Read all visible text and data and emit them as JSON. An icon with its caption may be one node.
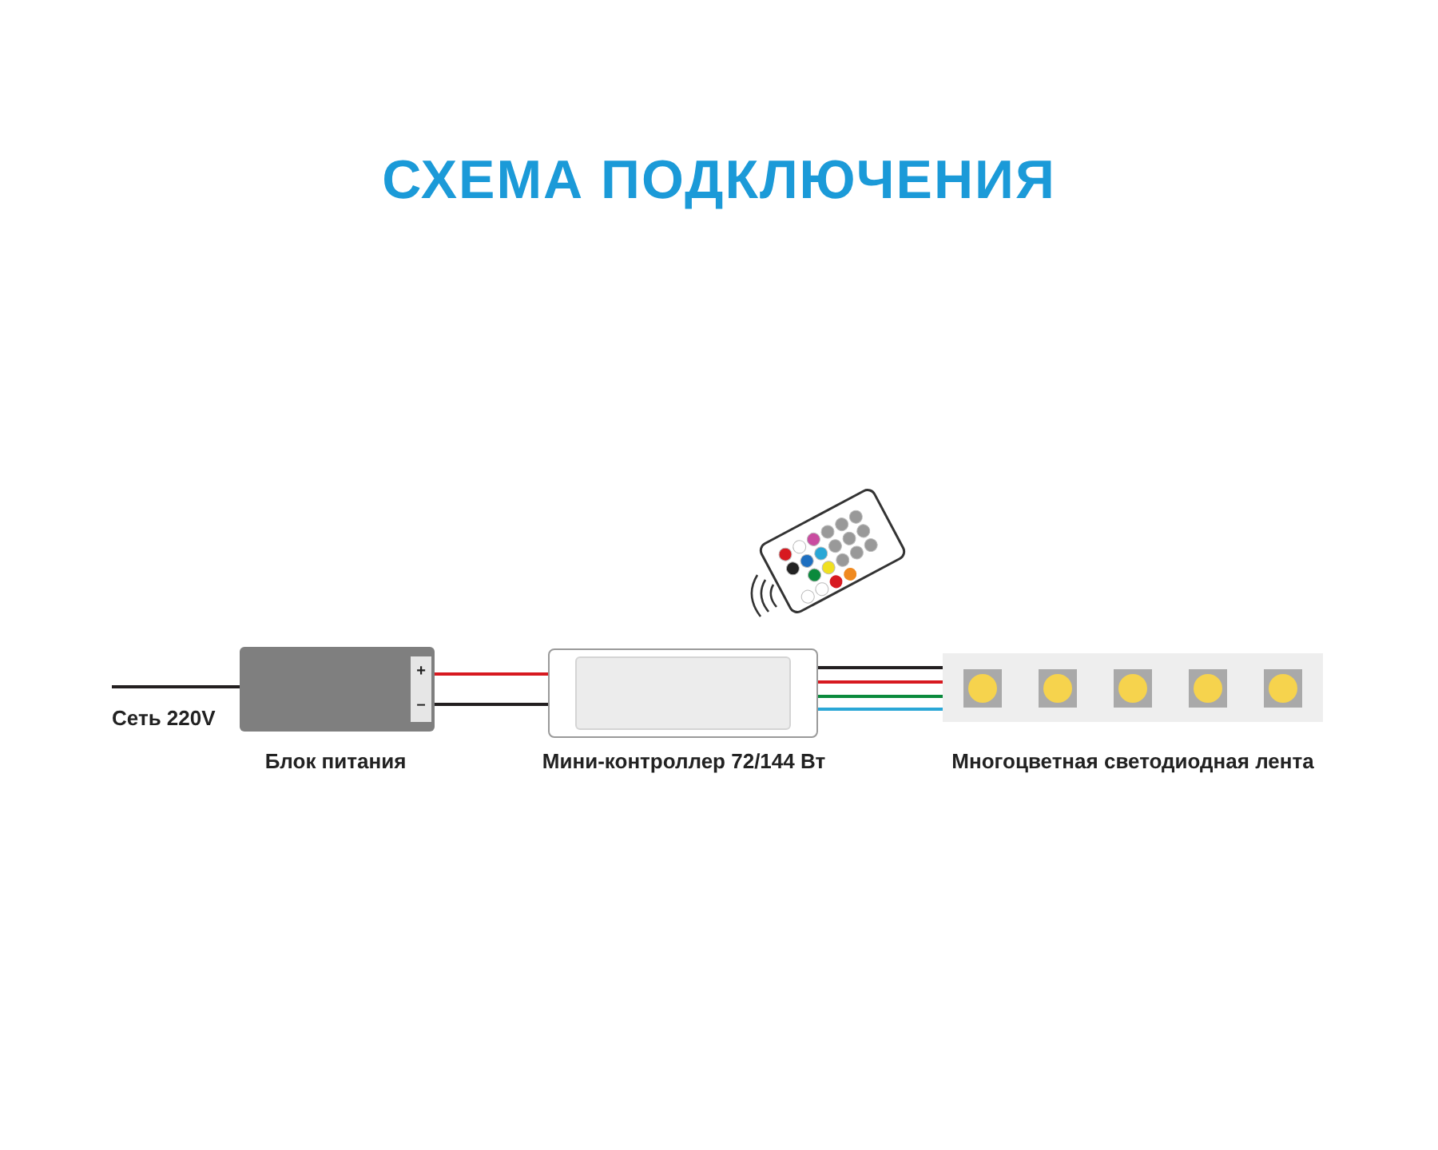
{
  "diagram": {
    "title": "СХЕМА ПОДКЛЮЧЕНИЯ",
    "nodes": [
      {
        "text": [],
        "shape": "box",
        "beside": [
          "Блок питания"
        ]
      },
      {
        "text": [],
        "shape": "box",
        "beside": [
          "Мини-контроллер 72/144 Вт"
        ]
      },
      {
        "text": [],
        "shape": "bar",
        "beside": [
          "Многоцветная светодиодная лента"
        ]
      }
    ],
    "edges": [
      {
        "from": null,
        "to": 0,
        "arrow": "none"
      },
      {
        "from": 0,
        "to": 1,
        "arrow": "none",
        "color": "#d71920"
      },
      {
        "from": 0,
        "to": 1,
        "arrow": "none"
      },
      {
        "from": 1,
        "to": 2,
        "arrow": "none"
      },
      {
        "from": 1,
        "to": 2,
        "arrow": "none",
        "color": "#d71920"
      },
      {
        "from": 1,
        "to": 2,
        "arrow": "none",
        "color": "#0a8a3c"
      },
      {
        "from": 1,
        "to": 2,
        "arrow": "none",
        "color": "#2aa7d6"
      }
    ],
    "labels": [
      "Сеть 220V",
      "+",
      "–"
    ]
  }
}
